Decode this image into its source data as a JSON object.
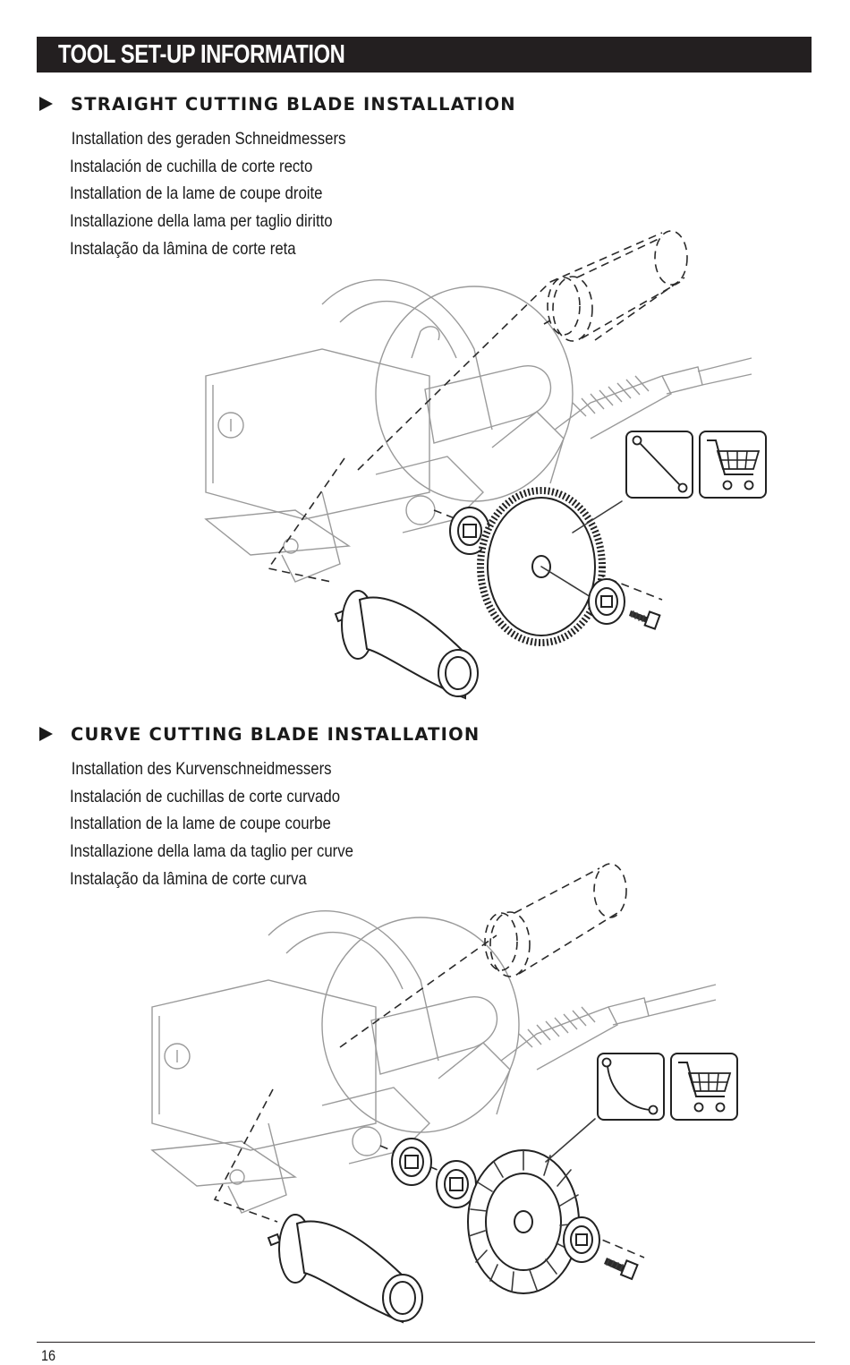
{
  "header": {
    "title": "TOOL SET-UP INFORMATION"
  },
  "sections": [
    {
      "title": "STRAIGHT CUTTING BLADE INSTALLATION",
      "translations": [
        "Installation des geraden Schneidmessers",
        "Instalación de cuchilla de corte recto",
        "Installation de la lame de coupe droite",
        "Installazione della lama per taglio diritto",
        "Instalação da lâmina de corte reta"
      ],
      "icons": [
        "straight-cut-icon",
        "cart-icon"
      ]
    },
    {
      "title": "CURVE CUTTING BLADE INSTALLATION",
      "translations": [
        "Installation des Kurvenschneidmessers",
        "Instalación de cuchillas de corte curvado",
        "Installation de la lame de coupe courbe",
        "Installazione della lama da taglio per curve",
        "Instalação da lâmina de corte curva"
      ],
      "icons": [
        "curve-cut-icon",
        "cart-icon"
      ]
    }
  ],
  "footer": {
    "page_number": "16"
  }
}
